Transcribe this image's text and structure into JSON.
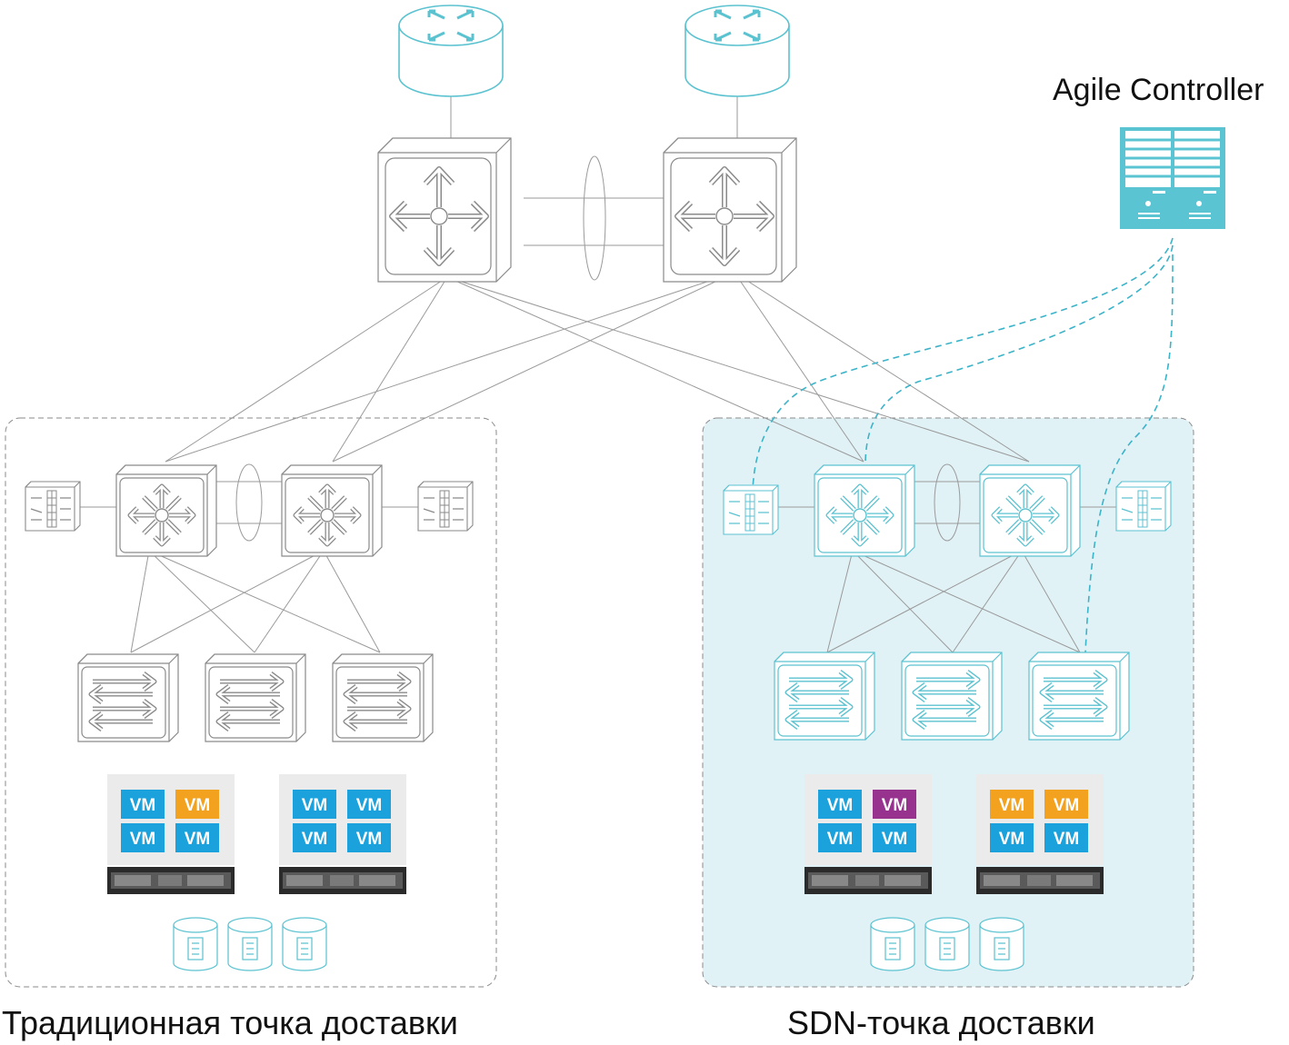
{
  "controller": {
    "title": "Agile Controller"
  },
  "pods": {
    "traditional": {
      "caption": "Традиционная точка доставки",
      "servers": [
        {
          "vms": [
            {
              "label": "VM",
              "color": "#1ba1dc"
            },
            {
              "label": "VM",
              "color": "#f2a21e"
            },
            {
              "label": "VM",
              "color": "#1ba1dc"
            },
            {
              "label": "VM",
              "color": "#1ba1dc"
            }
          ]
        },
        {
          "vms": [
            {
              "label": "VM",
              "color": "#1ba1dc"
            },
            {
              "label": "VM",
              "color": "#1ba1dc"
            },
            {
              "label": "VM",
              "color": "#1ba1dc"
            },
            {
              "label": "VM",
              "color": "#1ba1dc"
            }
          ]
        }
      ]
    },
    "sdn": {
      "caption": "SDN-точка доставки",
      "servers": [
        {
          "vms": [
            {
              "label": "VM",
              "color": "#1ba1dc"
            },
            {
              "label": "VM",
              "color": "#97338f"
            },
            {
              "label": "VM",
              "color": "#1ba1dc"
            },
            {
              "label": "VM",
              "color": "#1ba1dc"
            }
          ]
        },
        {
          "vms": [
            {
              "label": "VM",
              "color": "#f2a21e"
            },
            {
              "label": "VM",
              "color": "#f2a21e"
            },
            {
              "label": "VM",
              "color": "#1ba1dc"
            },
            {
              "label": "VM",
              "color": "#1ba1dc"
            }
          ]
        }
      ]
    }
  },
  "colors": {
    "teal_device": "#5bc2d0",
    "gray_device": "#9a9a9a",
    "sdn_background": "#e1f2f7",
    "controller_fill": "#5bc4d2",
    "dashed_link": "#3bb3c8"
  }
}
